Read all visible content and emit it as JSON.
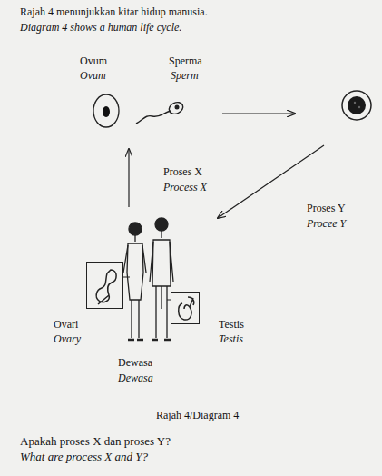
{
  "diagram": {
    "caption": "Rajah 4/Diagram 4",
    "nodes": [
      {
        "text": [
          "Ovum",
          "Ovum"
        ]
      },
      {
        "text": [
          "Sperma",
          "Sperm"
        ]
      },
      {
        "text": [
          "Ovari",
          "Ovary"
        ]
      },
      {
        "text": [
          "Testis",
          "Testis"
        ]
      },
      {
        "text": [
          "Dewasa",
          "Dewasa"
        ]
      }
    ],
    "edges": [
      {
        "from": 4,
        "to": 0,
        "arrow": "to"
      }
    ],
    "labels": [
      "Rajah 4 menunjukkan kitar hidup manusia.",
      "Diagram 4 shows a human life cycle.",
      "Proses X",
      "Process X",
      "Proses Y",
      "Procee Y",
      "Apakah proses X dan proses Y?",
      "What are process X and Y?"
    ]
  }
}
